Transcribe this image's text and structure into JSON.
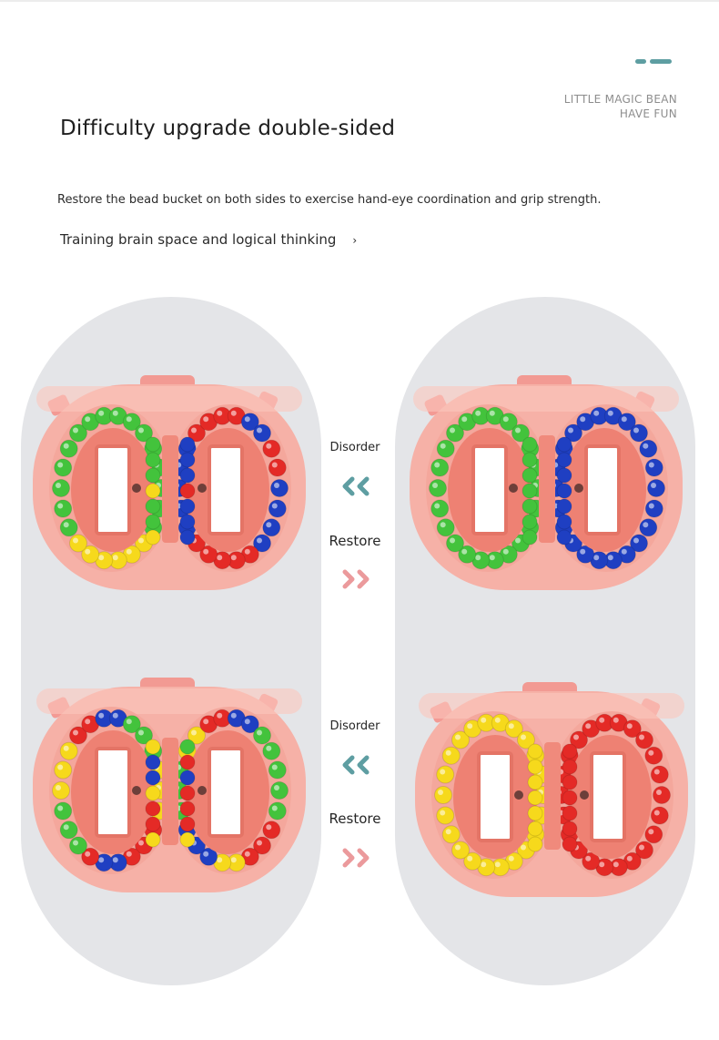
{
  "header": {
    "brand_line1": "LITTLE MAGIC BEAN",
    "brand_line2": "HAVE FUN",
    "title": "Difficulty upgrade double-sided",
    "subtitle": "Restore the bead bucket on both sides to exercise hand-eye coordination and grip strength.",
    "tagline": "Training brain space and logical thinking",
    "tagline_mark": "›"
  },
  "comparisons": [
    {
      "label_disorder": "Disorder",
      "label_restore": "Restore"
    },
    {
      "label_disorder": "Disorder",
      "label_restore": "Restore"
    }
  ],
  "colors": {
    "accent_teal": "#5e9ea2",
    "accent_pink": "#eb9a9c",
    "toy_body": "#f6b1a7",
    "toy_inner": "#ee8173",
    "bead_green": "#43c33c",
    "bead_yellow": "#f6d91c",
    "bead_blue": "#1f3fc2",
    "bead_red": "#e42a26"
  },
  "icons": {
    "disorder": "chevron-double-left-icon",
    "restore": "chevron-double-right-icon"
  }
}
